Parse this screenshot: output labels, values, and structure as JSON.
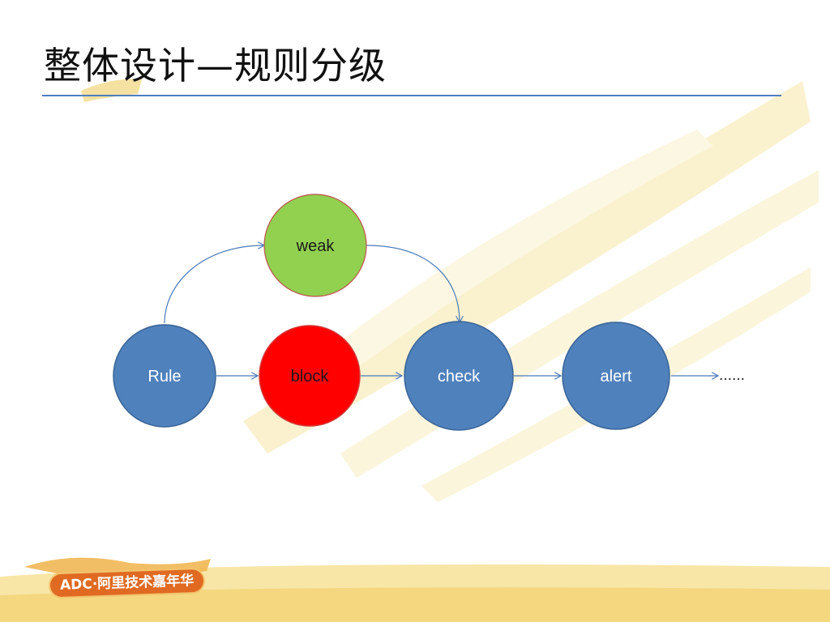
{
  "slide": {
    "title": "整体设计—规则分级",
    "logo_text": "ADC·阿里技术嘉年华"
  },
  "diagram": {
    "nodes": [
      {
        "id": "rule",
        "label": "Rule",
        "color": "#4f81bd"
      },
      {
        "id": "block",
        "label": "block",
        "color": "#ff0000"
      },
      {
        "id": "check",
        "label": "check",
        "color": "#4f81bd"
      },
      {
        "id": "alert",
        "label": "alert",
        "color": "#4f81bd"
      },
      {
        "id": "weak",
        "label": "weak",
        "color": "#92d050"
      }
    ],
    "continuation": "……",
    "edges": [
      {
        "from": "rule",
        "to": "block"
      },
      {
        "from": "block",
        "to": "check"
      },
      {
        "from": "check",
        "to": "alert"
      },
      {
        "from": "alert",
        "to": "continuation"
      },
      {
        "from": "rule",
        "to": "weak"
      },
      {
        "from": "weak",
        "to": "check"
      }
    ]
  },
  "colors": {
    "title_rule": "#4f7fbf",
    "node_border_blue": "#3a6496",
    "arrow": "#4a7ab8",
    "decor_yellow": "#f7e6a8",
    "logo_orange": "#e06a22"
  }
}
